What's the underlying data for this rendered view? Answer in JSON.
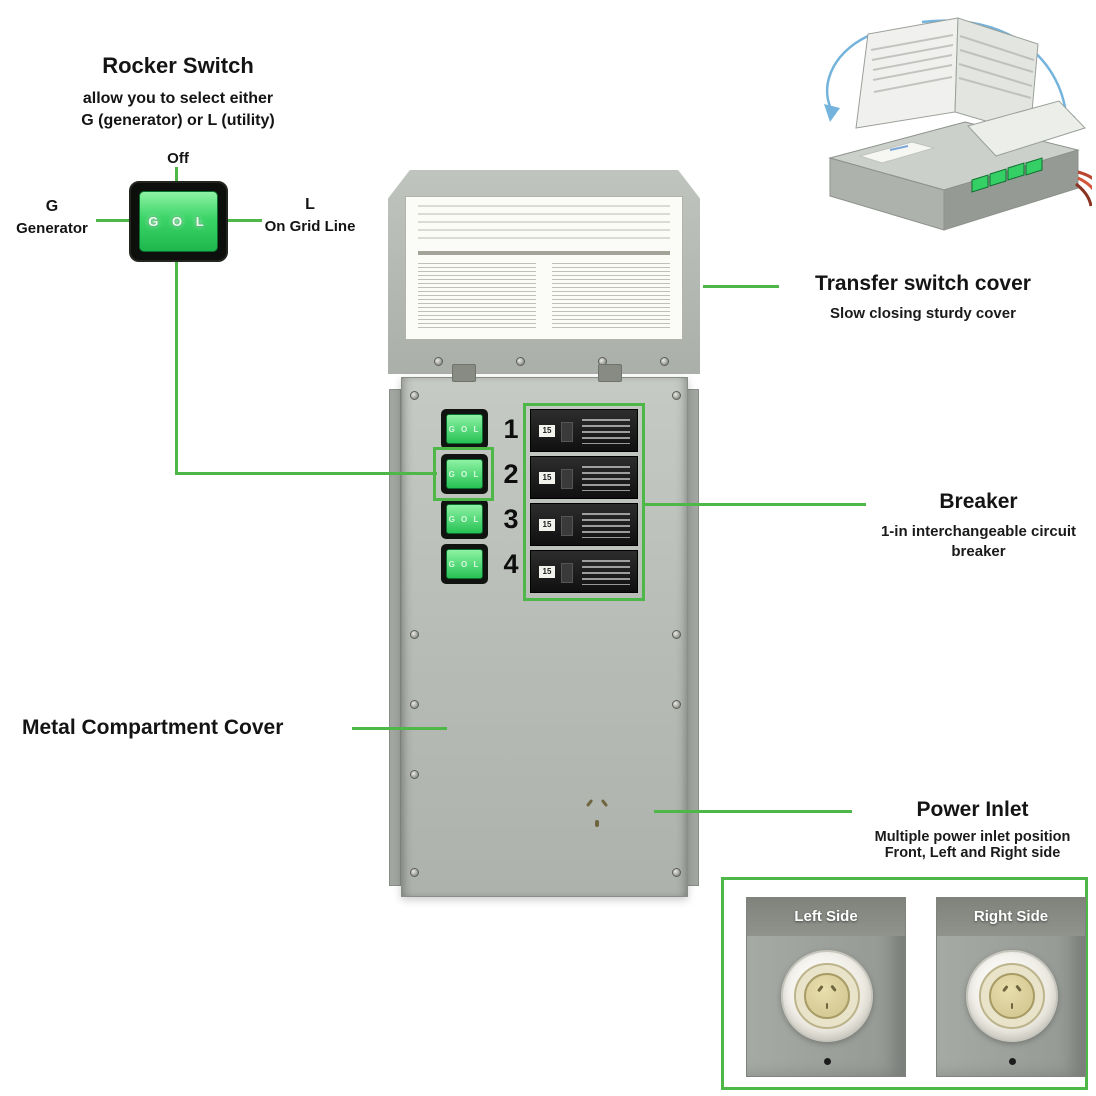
{
  "colors": {
    "accent_green": "#4db848",
    "switch_green": "#3bd467",
    "unit_gray": "#b7bbb5"
  },
  "rocker_switch": {
    "title": "Rocker Switch",
    "desc_line1": "allow you to select either",
    "desc_line2": "G (generator) or L (utility)",
    "off_label": "Off",
    "left_label": "G",
    "left_sublabel": "Generator",
    "right_label": "L",
    "right_sublabel": "On Grid Line",
    "letters": "G O L"
  },
  "unit": {
    "switch_numbers": [
      "1",
      "2",
      "3",
      "4"
    ],
    "breaker_amp": "15"
  },
  "callouts": {
    "transfer_cover": {
      "title": "Transfer switch cover",
      "subtitle": "Slow closing sturdy cover"
    },
    "breaker": {
      "title": "Breaker",
      "subtitle": "1-in interchangeable circuit breaker"
    },
    "metal_cover": {
      "title": "Metal Compartment Cover"
    },
    "power_inlet": {
      "title": "Power Inlet",
      "subtitle_line1": "Multiple power inlet position",
      "subtitle_line2": "Front, Left and Right side"
    }
  },
  "side_views": {
    "left_label": "Left Side",
    "right_label": "Right Side"
  }
}
